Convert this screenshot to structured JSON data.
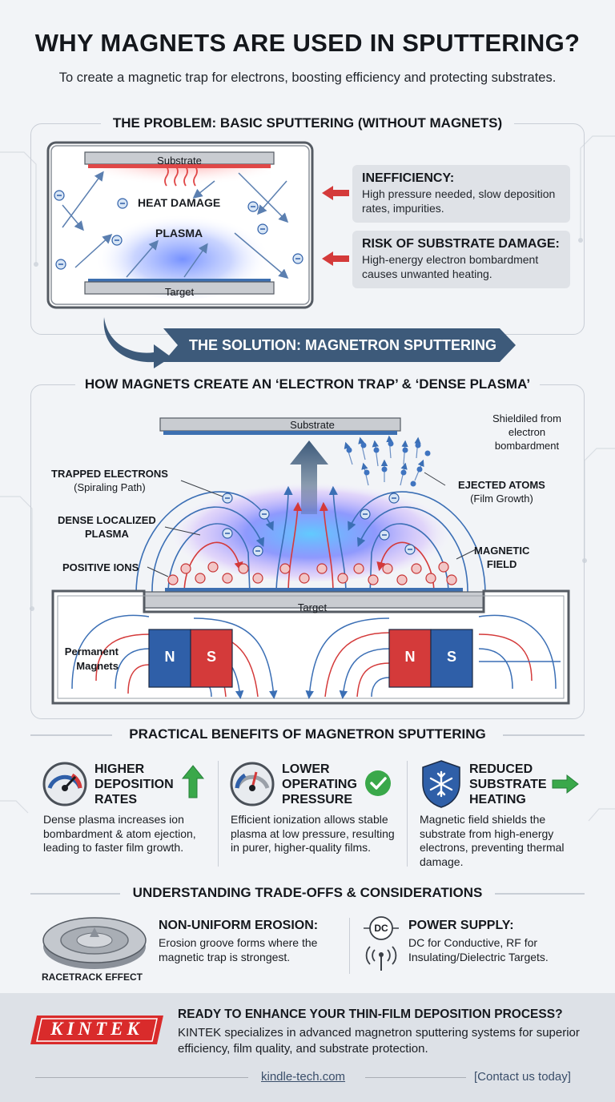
{
  "header": {
    "title": "WHY MAGNETS ARE USED IN SPUTTERING?",
    "subtitle": "To create a magnetic trap for electrons, boosting efficiency and protecting substrates."
  },
  "problem": {
    "section_title": "THE PROBLEM: BASIC SPUTTERING (WITHOUT MAGNETS)",
    "substrate_label": "Substrate",
    "heat_label": "HEAT DAMAGE",
    "plasma_label": "PLASMA",
    "target_label": "Target",
    "callouts": [
      {
        "heading": "INEFFICIENCY:",
        "text": "High pressure needed, slow deposition rates, impurities."
      },
      {
        "heading": "RISK OF SUBSTRATE DAMAGE:",
        "text": "High-energy electron bombardment causes unwanted heating."
      }
    ]
  },
  "solution_banner": "THE SOLUTION: MAGNETRON SPUTTERING",
  "mechanism": {
    "section_title": "HOW MAGNETS CREATE AN ‘ELECTRON TRAP’ & ‘DENSE PLASMA’",
    "substrate_label": "Substrate",
    "target_label": "Target",
    "shield_note": [
      "Shieldiled from",
      "electron",
      "bombardment"
    ],
    "trapped_electrons": [
      "TRAPPED ELECTRONS",
      "(Spiraling Path)"
    ],
    "dense_plasma": [
      "DENSE LOCALIZED",
      "PLASMA"
    ],
    "positive_ions": "POSITIVE IONS",
    "ejected_atoms": [
      "EJECTED ATOMS",
      "(Film Growth)"
    ],
    "magnetic_field": [
      "MAGNETIC",
      "FIELD"
    ],
    "permanent_magnets": [
      "Permanent",
      "Magnets"
    ],
    "pole_n": "N",
    "pole_s": "S"
  },
  "benefits": {
    "section_title": "PRACTICAL BENEFITS OF MAGNETRON SPUTTERING",
    "items": [
      {
        "heading": [
          "HIGHER",
          "DEPOSITION",
          "RATES"
        ],
        "text": "Dense plasma increases ion bombardment & atom ejection, leading to faster film growth."
      },
      {
        "heading": [
          "LOWER",
          "OPERATING",
          "PRESSURE"
        ],
        "text": "Efficient ionization allows stable plasma at low pressure, resulting in purer, higher-quality films."
      },
      {
        "heading": [
          "REDUCED",
          "SUBSTRATE",
          "HEATING"
        ],
        "text": "Magnetic field shields the substrate from high-energy electrons, preventing thermal damage."
      }
    ]
  },
  "tradeoffs": {
    "section_title": "UNDERSTANDING TRADE-OFFS & CONSIDERATIONS",
    "racetrack_label": "RACETRACK EFFECT",
    "erosion_heading": "NON-UNIFORM EROSION:",
    "erosion_text": "Erosion groove forms where the magnetic trap is strongest.",
    "dc_label": "DC",
    "power_heading": "POWER SUPPLY:",
    "power_text": "DC for Conductive, RF for Insulating/Dielectric Targets."
  },
  "footer": {
    "brand": "KINTEK",
    "cta_heading": "READY TO ENHANCE YOUR THIN-FILM DEPOSITION PROCESS?",
    "cta_text": "KINTEK specializes in advanced magnetron sputtering systems for superior efficiency, film quality, and substrate protection.",
    "website": "kindle-tech.com",
    "contact": "[Contact us today]"
  },
  "colors": {
    "accent_red": "#d43a3a",
    "accent_blue": "#2f5fa8",
    "arrow_green": "#3aa84a",
    "banner_blue": "#3d5a7a"
  }
}
